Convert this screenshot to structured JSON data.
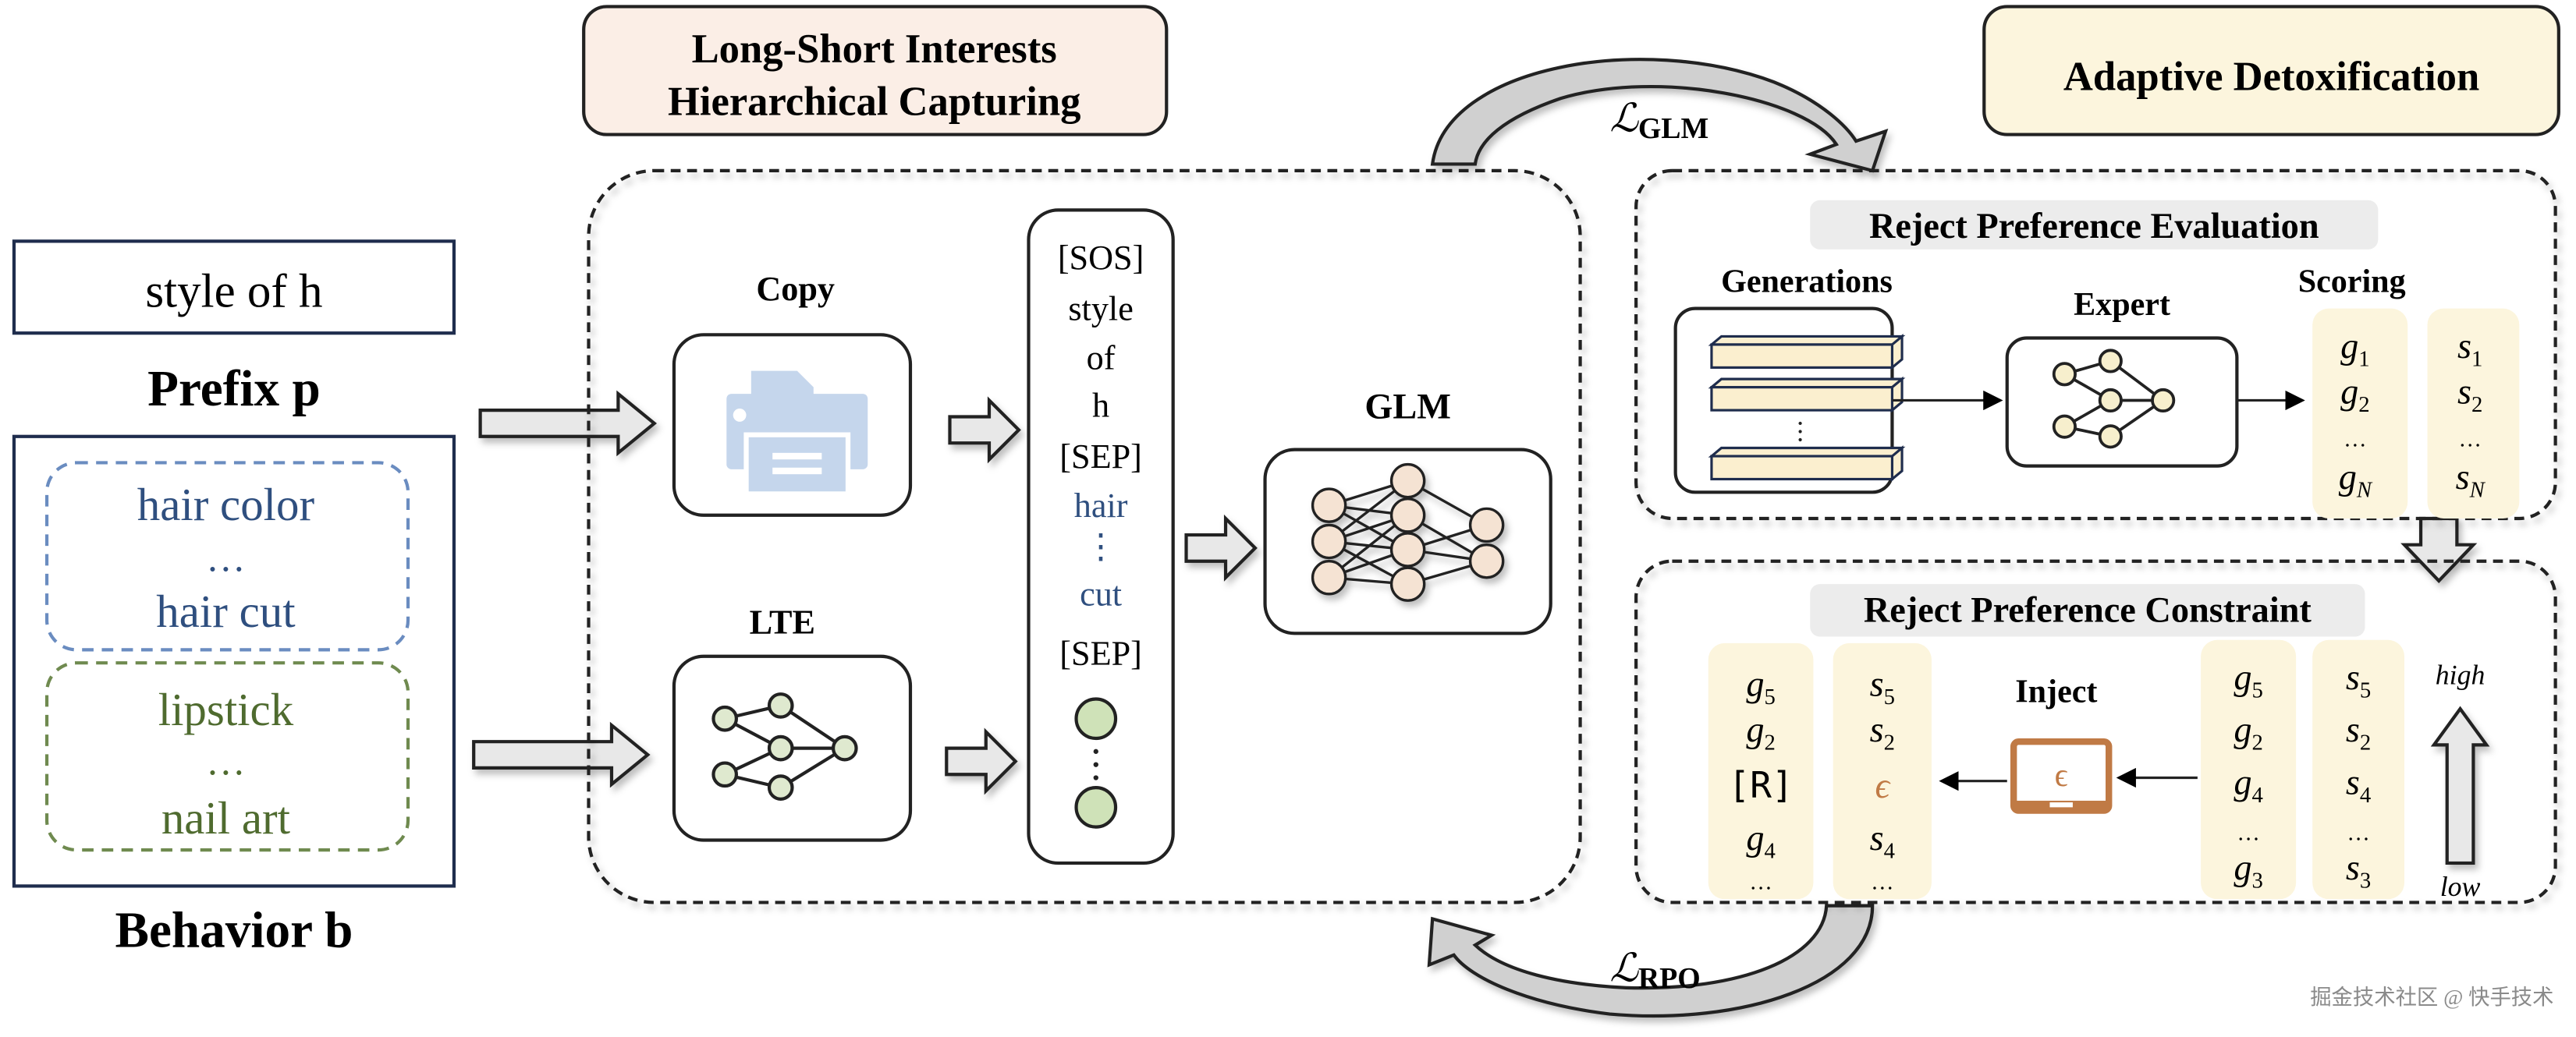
{
  "input": {
    "prefix_text": "style of h",
    "prefix_label": "Prefix p",
    "behavior_label": "Behavior b",
    "group1": [
      "hair color",
      "…",
      "hair cut"
    ],
    "group2": [
      "lipstick",
      "…",
      "nail art"
    ]
  },
  "module1": {
    "title_line1": "Long-Short Interests",
    "title_line2": "Hierarchical Capturing",
    "copy_label": "Copy",
    "lte_label": "LTE",
    "glm_label": "GLM",
    "tokens": [
      "[SOS]",
      "style",
      "of",
      "h",
      "[SEP]",
      "hair",
      "⋮",
      "cut",
      "[SEP]"
    ]
  },
  "losses": {
    "glm": {
      "symbol": "ℒ",
      "sub": "GLM"
    },
    "rpo": {
      "symbol": "ℒ",
      "sub": "RPO"
    }
  },
  "module2": {
    "title": "Adaptive Detoxification",
    "evaluation": {
      "title": "Reject Preference Evaluation",
      "generations_label": "Generations",
      "expert_label": "Expert",
      "scoring_label": "Scoring",
      "g_column": [
        {
          "b": "g",
          "s": "1"
        },
        {
          "b": "g",
          "s": "2"
        },
        {
          "b": "…",
          "s": ""
        },
        {
          "b": "g",
          "s": "N"
        }
      ],
      "s_column": [
        {
          "b": "s",
          "s": "1"
        },
        {
          "b": "s",
          "s": "2"
        },
        {
          "b": "…",
          "s": ""
        },
        {
          "b": "s",
          "s": "N"
        }
      ]
    },
    "constraint": {
      "title": "Reject Preference Constraint",
      "inject_label": "Inject",
      "epsilon": "ϵ",
      "out_g": [
        {
          "b": "g",
          "s": "5"
        },
        {
          "b": "g",
          "s": "2"
        },
        {
          "b": "[R]",
          "s": ""
        },
        {
          "b": "g",
          "s": "4"
        },
        {
          "b": "…",
          "s": ""
        }
      ],
      "out_s": [
        {
          "b": "s",
          "s": "5"
        },
        {
          "b": "s",
          "s": "2"
        },
        {
          "b": "ϵ",
          "s": ""
        },
        {
          "b": "s",
          "s": "4"
        },
        {
          "b": "…",
          "s": ""
        }
      ],
      "in_g": [
        {
          "b": "g",
          "s": "5"
        },
        {
          "b": "g",
          "s": "2"
        },
        {
          "b": "g",
          "s": "4"
        },
        {
          "b": "…",
          "s": ""
        },
        {
          "b": "g",
          "s": "3"
        }
      ],
      "in_s": [
        {
          "b": "s",
          "s": "5"
        },
        {
          "b": "s",
          "s": "2"
        },
        {
          "b": "s",
          "s": "4"
        },
        {
          "b": "…",
          "s": ""
        },
        {
          "b": "s",
          "s": "3"
        }
      ],
      "high_label": "high",
      "low_label": "low"
    }
  },
  "watermark": "掘金技术社区 @ 快手技术",
  "colors": {
    "blue_text": "#2f4f7f",
    "green_text": "#4f6b2f",
    "cream": "#fcf5dd",
    "peach": "#fbeee6",
    "epsilon": "#c07a45",
    "printer": "#c5d6ec"
  }
}
